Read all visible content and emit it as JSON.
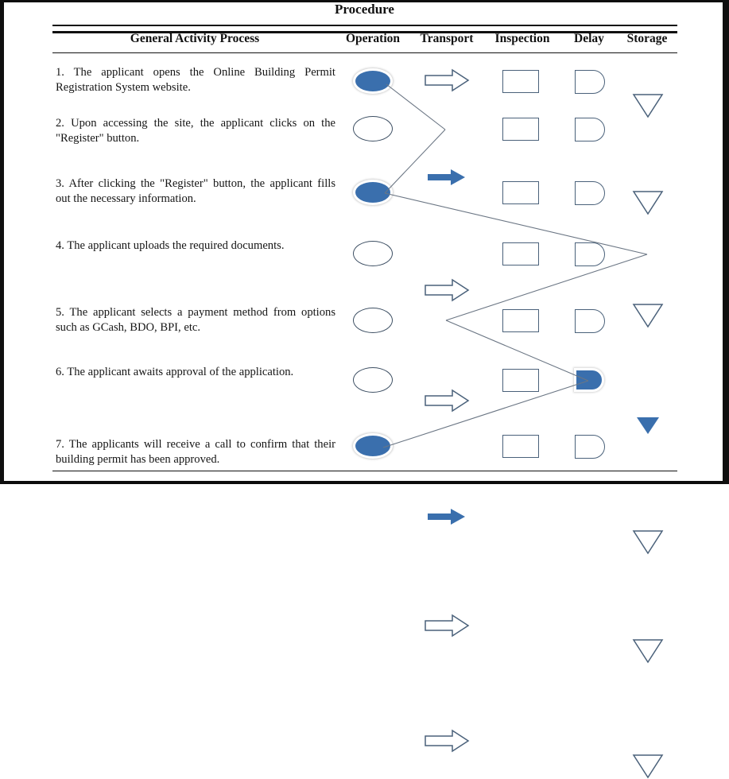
{
  "document": {
    "title": "Procedure",
    "type": "flow-process-chart"
  },
  "table": {
    "columns": [
      {
        "key": "activity",
        "label": "General Activity Process"
      },
      {
        "key": "operation",
        "label": "Operation"
      },
      {
        "key": "transport",
        "label": "Transport"
      },
      {
        "key": "inspection",
        "label": "Inspection"
      },
      {
        "key": "delay",
        "label": "Delay"
      },
      {
        "key": "storage",
        "label": "Storage"
      }
    ],
    "rows": [
      {
        "n": "1",
        "text": "1. The applicant opens the Online Building Permit Registration System website.",
        "marked": "operation"
      },
      {
        "n": "2",
        "text": "2. Upon accessing the site, the applicant clicks on the \"Register\" button.",
        "marked": "transport"
      },
      {
        "n": "3",
        "text": "3. After clicking the \"Register\" button, the applicant fills out the necessary information.",
        "marked": "operation"
      },
      {
        "n": "4",
        "text": "4. The applicant uploads the required documents.",
        "marked": "storage"
      },
      {
        "n": "5",
        "text": "5. The applicant selects a payment method from options such as GCash, BDO, BPI, etc.",
        "marked": "transport"
      },
      {
        "n": "6",
        "text": "6. The applicant awaits approval of the application.",
        "marked": "delay"
      },
      {
        "n": "7",
        "text": "7. The applicants will receive a call to confirm that their building permit has been approved.",
        "marked": "operation"
      }
    ]
  },
  "symbols": {
    "operation": "circle-icon",
    "transport": "arrow-right-icon",
    "inspection": "square-icon",
    "delay": "d-shape-icon",
    "storage": "triangle-down-icon"
  },
  "colors": {
    "marked_fill": "#3a6fad",
    "outline": "#4a617a",
    "connector": "#6b7684",
    "text": "#151515",
    "rule": "#111111"
  },
  "chart_data": {
    "type": "table",
    "title": "Procedure",
    "categories": [
      "Operation",
      "Transport",
      "Inspection",
      "Delay",
      "Storage"
    ],
    "steps": [
      {
        "step": 1,
        "marked": "Operation"
      },
      {
        "step": 2,
        "marked": "Transport"
      },
      {
        "step": 3,
        "marked": "Operation"
      },
      {
        "step": 4,
        "marked": "Storage"
      },
      {
        "step": 5,
        "marked": "Transport"
      },
      {
        "step": 6,
        "marked": "Delay"
      },
      {
        "step": 7,
        "marked": "Operation"
      }
    ],
    "connector_path": [
      "Operation",
      "Transport",
      "Operation",
      "Storage",
      "Transport",
      "Delay",
      "Operation"
    ]
  }
}
